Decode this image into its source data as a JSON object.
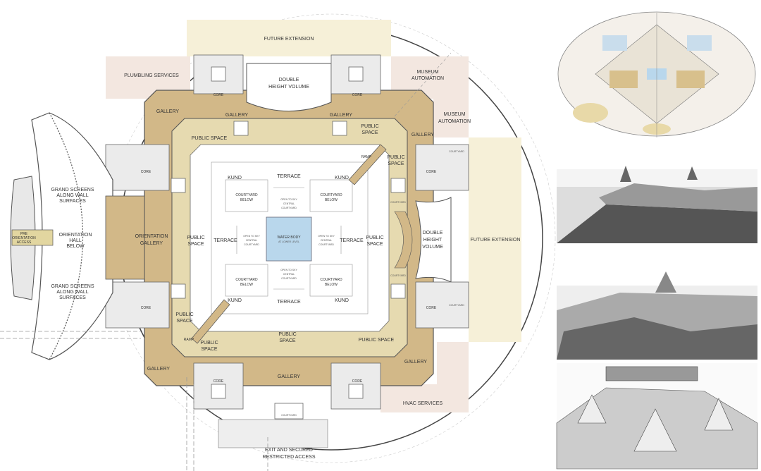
{
  "plan": {
    "future_extension": "FUTURE EXTENSION",
    "plumbing_services": "PLUMBLING SERVICES",
    "museum_automation": [
      "MUSEUM",
      "AUTOMATION"
    ],
    "double_height_volume": [
      "DOUBLE",
      "HEIGHT VOLUME"
    ],
    "double_height_volume_right": [
      "DOUBLE",
      "HEIGHT",
      "VOLUME"
    ],
    "hvac_services": "HVAC SERVICES",
    "core": "CORE",
    "courtyard_small": "COURTYARD",
    "gallery": "GALLERY",
    "public_space": [
      "PUBLIC",
      "SPACE"
    ],
    "public_space_single": "PUBLIC SPACE",
    "ramp": "RAMP",
    "kund": "KUND",
    "terrace": "TERRACE",
    "courtyard_below": [
      "COURTYARD",
      "BELOW"
    ],
    "open_to_sky": [
      "OPEN TO SKY",
      "CENTRAL",
      "COURTYARD"
    ],
    "water_body": [
      "WATER BODY",
      "AT LOWER LEVEL"
    ],
    "orientation_gallery": [
      "ORIENTATION",
      "GALLERY"
    ],
    "grand_screens": [
      "GRAND SCREENS",
      "ALONG WALL",
      "SURFACES"
    ],
    "orientation_hall": [
      "ORIENTATION",
      "HALL",
      "BELOW"
    ],
    "pre_orientation": [
      "PRE",
      "ORIENTATION",
      "ACCESS"
    ],
    "exit_access": [
      "EXIT AND SECURED",
      "RESTRICTED  ACCESS"
    ]
  },
  "colors": {
    "gallery": "#d2b888",
    "public_space": "#e6dab0",
    "services": "#f3e7e0",
    "extension": "#f6f0d8",
    "water": "#b9d7ec"
  }
}
